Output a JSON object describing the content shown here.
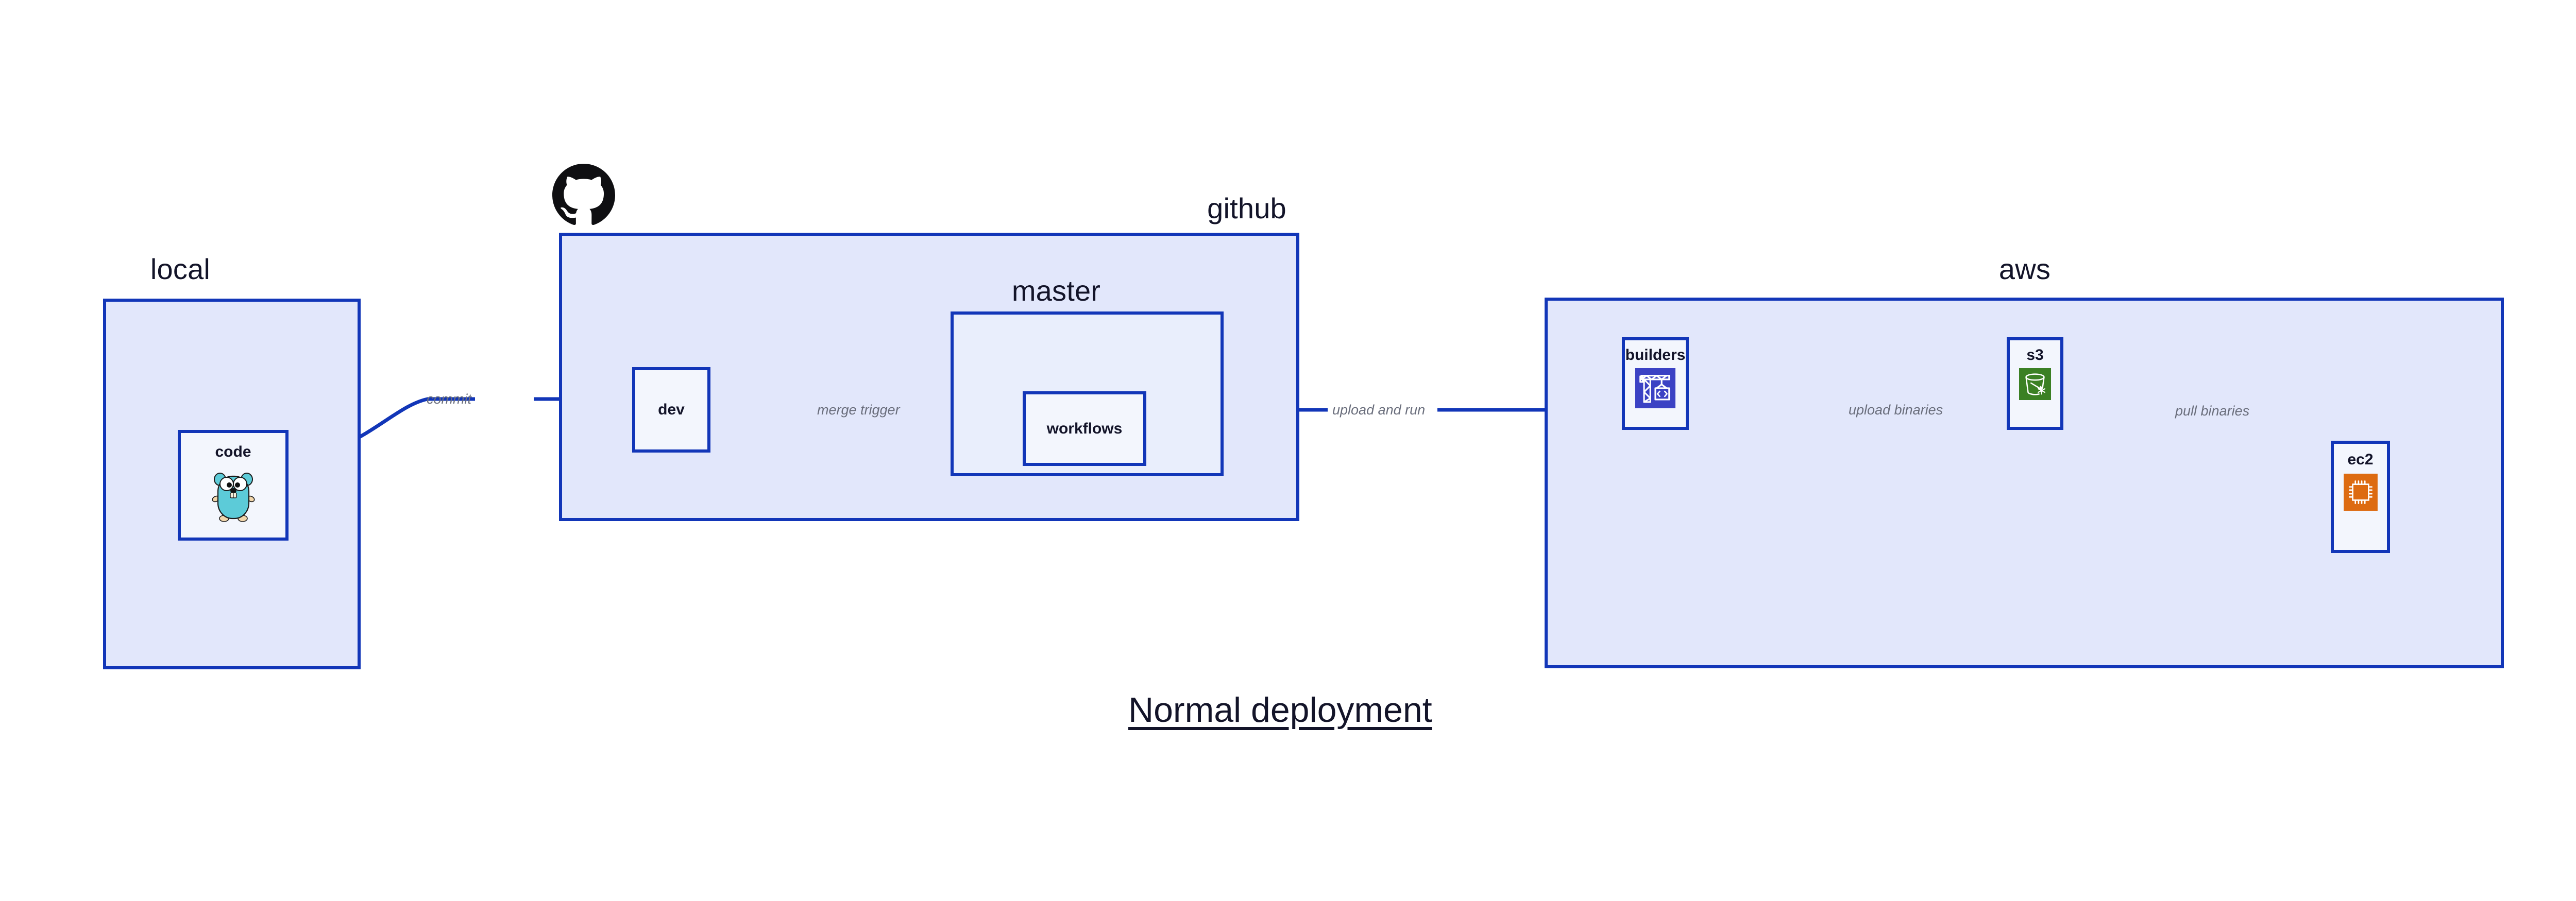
{
  "diagram": {
    "title": "Normal deployment",
    "accent_border": "#1236b8",
    "group_fill": "#e2e7fb",
    "inner_group_fill": "#e9eefc",
    "node_fill": "#f3f6fd",
    "label_color": "#131429",
    "edge_label_color": "#6a6e7c"
  },
  "groups": {
    "local": {
      "label": "local"
    },
    "github": {
      "label": "github"
    },
    "master": {
      "label": "master"
    },
    "aws": {
      "label": "aws"
    }
  },
  "nodes": {
    "code": {
      "label": "code",
      "icon": "go-gopher-icon"
    },
    "dev": {
      "label": "dev",
      "icon": "none"
    },
    "workflows": {
      "label": "workflows",
      "icon": "none"
    },
    "builders": {
      "label": "builders",
      "icon": "crane-code-icon",
      "icon_color": "#3b42c4"
    },
    "s3": {
      "label": "s3",
      "icon": "s3-bucket-glacier-icon",
      "icon_color": "#3b8024"
    },
    "ec2": {
      "label": "ec2",
      "icon": "cpu-chip-icon",
      "icon_color": "#dd6b11"
    }
  },
  "edges": [
    {
      "id": "commit",
      "label": "commit",
      "from": "code",
      "to": "dev"
    },
    {
      "id": "merge-trigger",
      "label": "merge trigger",
      "from": "dev",
      "to": "workflows"
    },
    {
      "id": "upload-and-run",
      "label": "upload and run",
      "from": "workflows",
      "to": "builders"
    },
    {
      "id": "upload-binaries",
      "label": "upload binaries",
      "from": "builders",
      "to": "s3"
    },
    {
      "id": "pull-binaries",
      "label": "pull binaries",
      "from": "s3",
      "to": "ec2"
    }
  ],
  "logos": {
    "github": {
      "name": "github-octocat-logo"
    }
  }
}
